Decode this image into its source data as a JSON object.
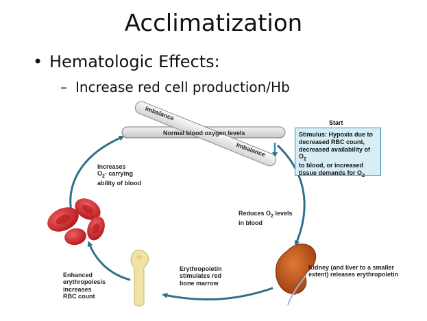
{
  "slide": {
    "title": "Acclimatization",
    "bullet": "Hematologic Effects:",
    "subbullet": "Increase red cell production/Hb"
  },
  "diagram": {
    "top_bar": "Normal blood oxygen levels",
    "imbalance_upper": "Imbalance",
    "imbalance_lower": "Imbalance",
    "start_label": "Start",
    "stimulus_line1": "Stimulus: Hypoxia due to",
    "stimulus_line2": "decreased RBC count,",
    "stimulus_line3": "decreased availability of O",
    "stimulus_line4": "to blood, or increased",
    "stimulus_line5": "tissue demands for O",
    "reduces_line1": "Reduces O",
    "reduces_line1b": " levels",
    "reduces_line2": "in blood",
    "kidney_line1": "Kidney (and liver to a smaller",
    "kidney_line2": "extent) releases erythropoietin",
    "epo_line1": "Erythropoietin",
    "epo_line2": "stimulates red",
    "epo_line3": "bone marrow",
    "enhanced_line1": "Enhanced",
    "enhanced_line2": "erythropoiesis",
    "enhanced_line3": "increases",
    "enhanced_line4": "RBC count",
    "increases_line1": "Increases",
    "increases_line2": "O",
    "increases_line2b": "- carrying",
    "increases_line3": "ability of blood",
    "subscript_2": "2"
  },
  "colors": {
    "arrow": "#2f6f8a",
    "box_fill": "#d8eef7",
    "box_border": "#2a8fc0",
    "rbc": "#d42a2f",
    "kidney": "#c8561a",
    "bone": "#f1e2a6"
  }
}
